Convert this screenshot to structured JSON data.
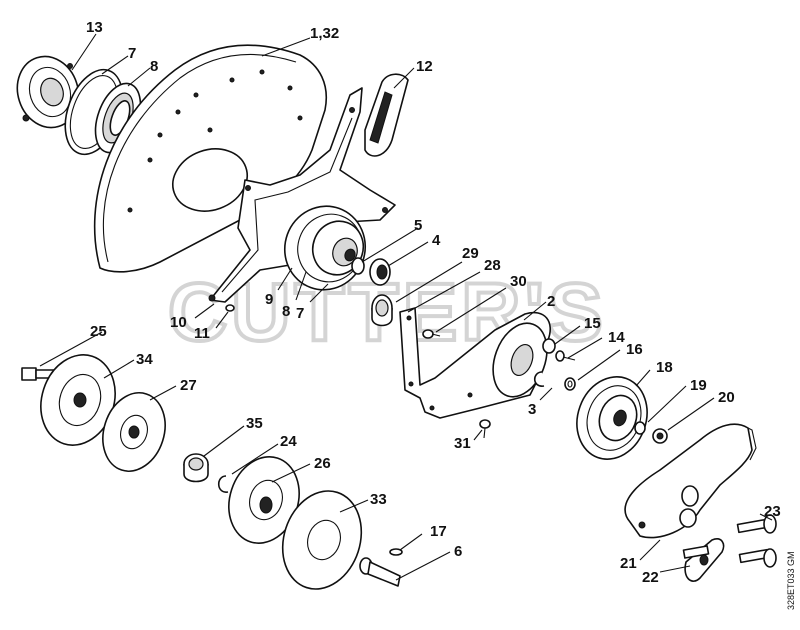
{
  "watermark": "CUTTER'S",
  "drawing_code": "328ET033 GM",
  "callouts": [
    {
      "id": "c13",
      "text": "13"
    },
    {
      "id": "c7a",
      "text": "7"
    },
    {
      "id": "c8a",
      "text": "8"
    },
    {
      "id": "c132",
      "text": "1,32"
    },
    {
      "id": "c12",
      "text": "12"
    },
    {
      "id": "c5",
      "text": "5"
    },
    {
      "id": "c4",
      "text": "4"
    },
    {
      "id": "c29",
      "text": "29"
    },
    {
      "id": "c28",
      "text": "28"
    },
    {
      "id": "c30",
      "text": "30"
    },
    {
      "id": "c2",
      "text": "2"
    },
    {
      "id": "c9",
      "text": "9"
    },
    {
      "id": "c8b",
      "text": "8"
    },
    {
      "id": "c7b",
      "text": "7"
    },
    {
      "id": "c10",
      "text": "10"
    },
    {
      "id": "c11",
      "text": "11"
    },
    {
      "id": "c15",
      "text": "15"
    },
    {
      "id": "c14",
      "text": "14"
    },
    {
      "id": "c16",
      "text": "16"
    },
    {
      "id": "c3",
      "text": "3"
    },
    {
      "id": "c18",
      "text": "18"
    },
    {
      "id": "c19",
      "text": "19"
    },
    {
      "id": "c20",
      "text": "20"
    },
    {
      "id": "c31",
      "text": "31"
    },
    {
      "id": "c25",
      "text": "25"
    },
    {
      "id": "c34",
      "text": "34"
    },
    {
      "id": "c27",
      "text": "27"
    },
    {
      "id": "c35",
      "text": "35"
    },
    {
      "id": "c24",
      "text": "24"
    },
    {
      "id": "c26",
      "text": "26"
    },
    {
      "id": "c33",
      "text": "33"
    },
    {
      "id": "c17",
      "text": "17"
    },
    {
      "id": "c6",
      "text": "6"
    },
    {
      "id": "c23",
      "text": "23"
    },
    {
      "id": "c21",
      "text": "21"
    },
    {
      "id": "c22",
      "text": "22"
    }
  ]
}
